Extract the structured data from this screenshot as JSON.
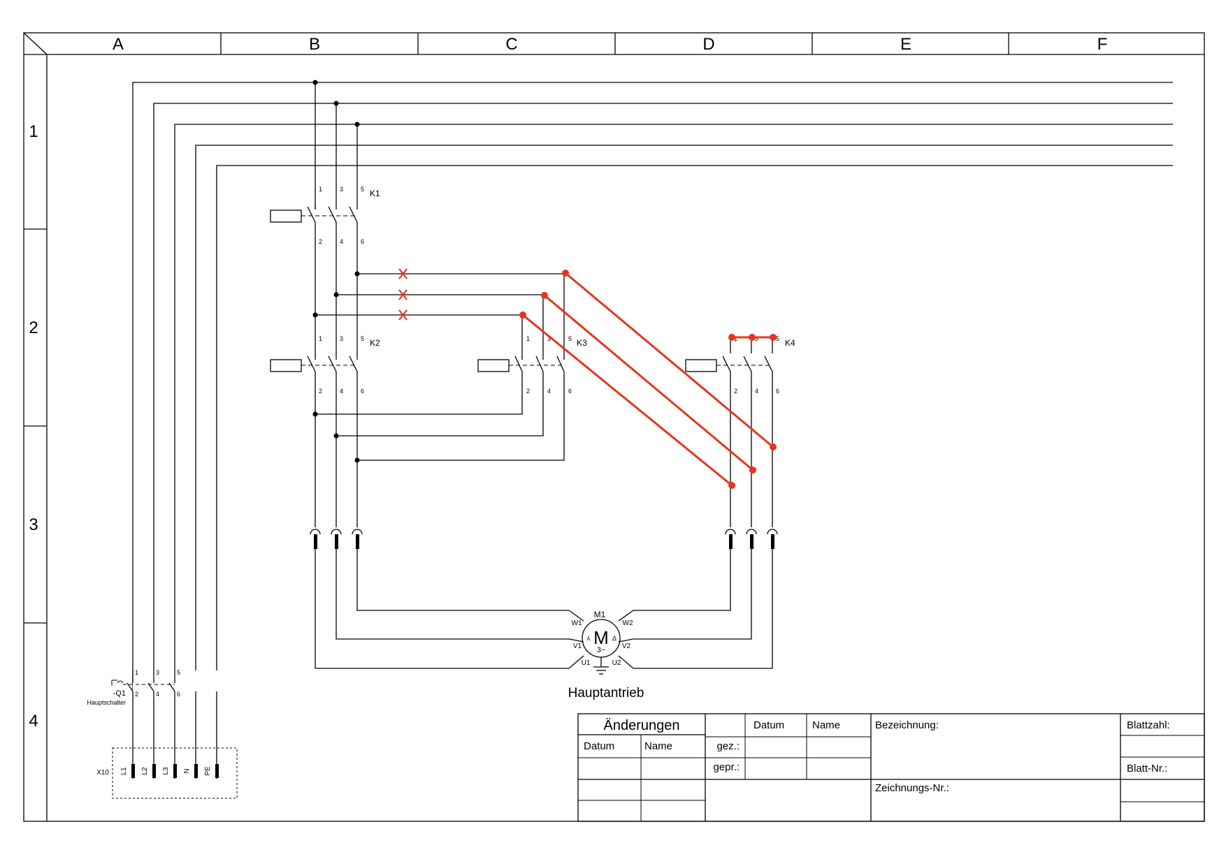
{
  "frame": {
    "columns": [
      "A",
      "B",
      "C",
      "D",
      "E",
      "F"
    ],
    "rows": [
      "1",
      "2",
      "3",
      "4"
    ]
  },
  "contactors": {
    "k1": {
      "label": "K1",
      "top_terminals": [
        "1",
        "3",
        "5"
      ],
      "bottom_terminals": [
        "2",
        "4",
        "6"
      ]
    },
    "k2": {
      "label": "K2",
      "top_terminals": [
        "1",
        "3",
        "5"
      ],
      "bottom_terminals": [
        "2",
        "4",
        "6"
      ]
    },
    "k3": {
      "label": "K3",
      "top_terminals": [
        "1",
        "3",
        "5"
      ],
      "bottom_terminals": [
        "2",
        "4",
        "6"
      ]
    },
    "k4": {
      "label": "K4",
      "top_terminals": [
        "1",
        "3",
        "5"
      ],
      "bottom_terminals": [
        "2",
        "4",
        "6"
      ]
    }
  },
  "main_switch": {
    "id": "-Q1",
    "name": "Hauptschalter",
    "top_terminals": [
      "1",
      "3",
      "5"
    ],
    "bottom_terminals": [
      "2",
      "4",
      "6"
    ]
  },
  "terminal_strip": {
    "id": "X10",
    "terminals": [
      "L1",
      "L2",
      "L3",
      "N",
      "PE"
    ]
  },
  "motor": {
    "id": "M1",
    "symbol": "M",
    "type": "3~",
    "star": "⅄",
    "delta": "Δ",
    "terminals": {
      "w1": "W1",
      "v1": "V1",
      "u1": "U1",
      "w2": "W2",
      "v2": "V2",
      "u2": "U2"
    },
    "caption": "Hauptantrieb"
  },
  "title_block": {
    "changes": "Änderungen",
    "changes_date": "Datum",
    "changes_name": "Name",
    "date": "Datum",
    "name": "Name",
    "drawn": "gez.:",
    "checked": "gepr.:",
    "designation": "Bezeichnung:",
    "drawing_no": "Zeichnungs-Nr.:",
    "sheet_count": "Blattzahl:",
    "sheet_no": "Blatt-Nr.:"
  },
  "colors": {
    "line": "#000000",
    "correction": "#e8341c"
  }
}
